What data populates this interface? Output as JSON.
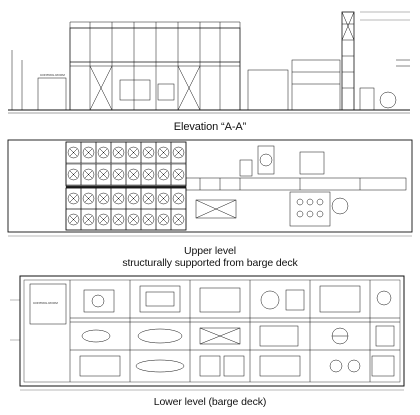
{
  "captions": {
    "elevation": "Elevation “A-A”",
    "upper_line1": "Upper level",
    "upper_line2": "structurally supported from barge deck",
    "lower": "Lower level (barge deck)"
  },
  "labels": {
    "control_room": "CONTROL ROOM"
  },
  "colors": {
    "ink": "#111111",
    "background": "#ffffff"
  }
}
